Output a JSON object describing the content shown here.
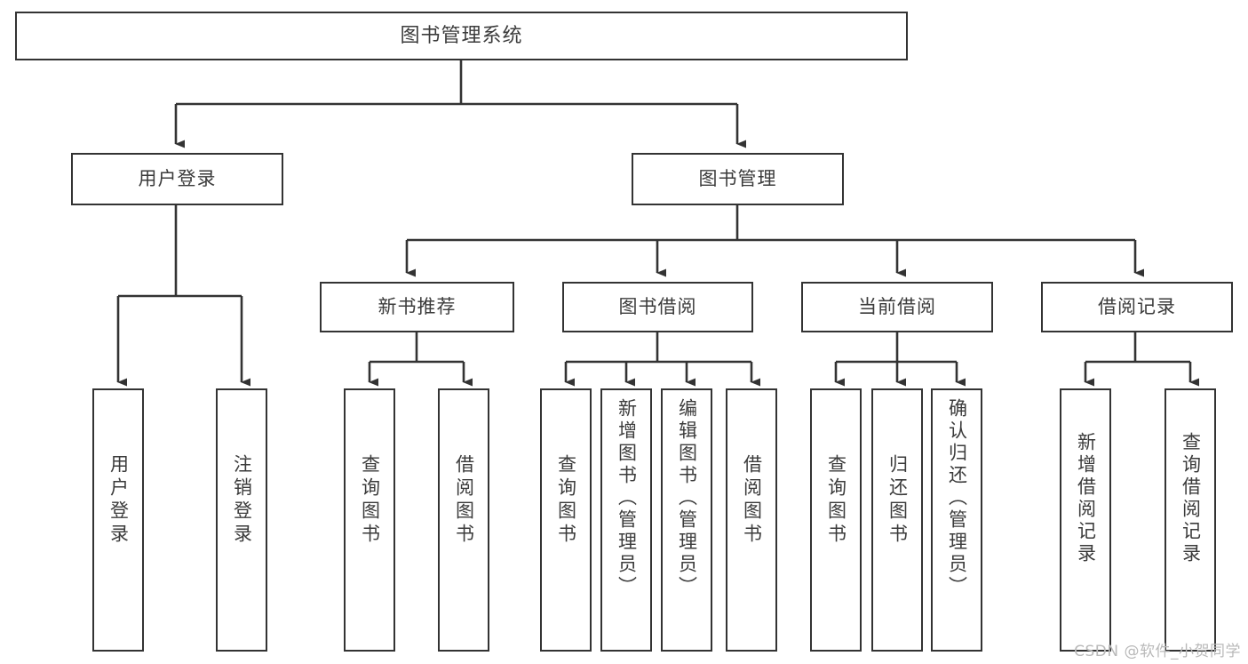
{
  "diagram": {
    "title": "图书管理系统",
    "type": "tree",
    "watermark": "CSDN @软件_小贺同学",
    "colors": {
      "background": "#ffffff",
      "box_border": "#333333",
      "box_fill": "#ffffff",
      "text": "#3b3b3b",
      "connector": "#333333",
      "watermark": "#b9b9b9"
    },
    "root": {
      "label": "图书管理系统"
    },
    "level1": [
      {
        "label": "用户登录"
      },
      {
        "label": "图书管理"
      }
    ],
    "level2": [
      {
        "label": "新书推荐"
      },
      {
        "label": "图书借阅"
      },
      {
        "label": "当前借阅"
      },
      {
        "label": "借阅记录"
      }
    ],
    "leaves": {
      "user_login": [
        {
          "label": "用户登录"
        },
        {
          "label": "注销登录"
        }
      ],
      "new_book_recommend": [
        {
          "label": "查询图书"
        },
        {
          "label": "借阅图书"
        }
      ],
      "book_borrow": [
        {
          "label": "查询图书"
        },
        {
          "label": "新增图书（管理员）"
        },
        {
          "label": "编辑图书（管理员）"
        },
        {
          "label": "借阅图书"
        }
      ],
      "current_borrow": [
        {
          "label": "查询图书"
        },
        {
          "label": "归还图书"
        },
        {
          "label": "确认归还（管理员）"
        }
      ],
      "borrow_record": [
        {
          "label": "新增借阅记录"
        },
        {
          "label": "查询借阅记录"
        }
      ]
    }
  }
}
